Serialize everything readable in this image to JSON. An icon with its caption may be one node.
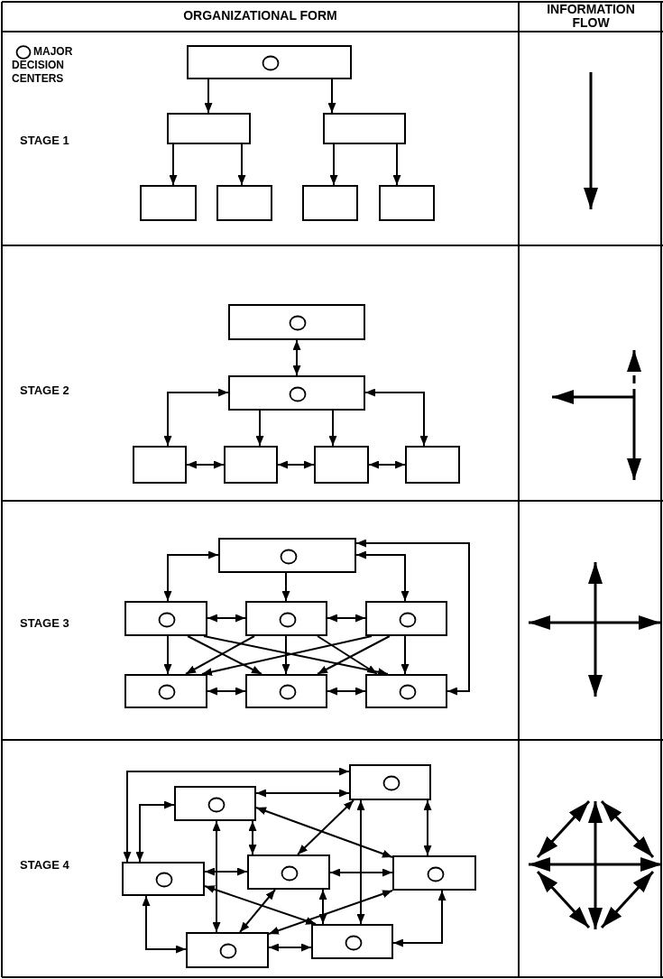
{
  "diagram": {
    "nodes": [
      {
        "text": [],
        "shape": "box"
      },
      {
        "text": [],
        "shape": "box"
      },
      {
        "text": [],
        "shape": "box"
      },
      {
        "text": [],
        "shape": "box"
      },
      {
        "text": [],
        "shape": "box"
      },
      {
        "text": [],
        "shape": "box"
      },
      {
        "text": [],
        "shape": "box"
      },
      {
        "text": [],
        "shape": "box"
      },
      {
        "text": [],
        "shape": "box"
      },
      {
        "text": [],
        "shape": "box"
      },
      {
        "text": [],
        "shape": "box"
      },
      {
        "text": [],
        "shape": "box"
      },
      {
        "text": [],
        "shape": "box"
      },
      {
        "text": [],
        "shape": "box"
      },
      {
        "text": [],
        "shape": "box"
      },
      {
        "text": [],
        "shape": "box"
      },
      {
        "text": [],
        "shape": "box"
      },
      {
        "text": [],
        "shape": "box"
      },
      {
        "text": [],
        "shape": "box"
      },
      {
        "text": [],
        "shape": "box"
      },
      {
        "text": [],
        "shape": "box"
      },
      {
        "text": [],
        "shape": "box"
      },
      {
        "text": [],
        "shape": "box"
      },
      {
        "text": [],
        "shape": "box"
      },
      {
        "text": [],
        "shape": "box"
      },
      {
        "text": [],
        "shape": "box"
      },
      {
        "text": [],
        "shape": "box"
      }
    ],
    "edges": [
      {
        "from": 0,
        "to": 1,
        "arrow": "to"
      },
      {
        "from": 0,
        "to": 2,
        "arrow": "to"
      },
      {
        "from": 1,
        "to": 3,
        "arrow": "to"
      },
      {
        "from": 1,
        "to": 4,
        "arrow": "to"
      },
      {
        "from": 2,
        "to": 5,
        "arrow": "to"
      },
      {
        "from": 2,
        "to": 6,
        "arrow": "to"
      },
      {
        "from": 7,
        "to": 8,
        "arrow": "both"
      },
      {
        "from": 8,
        "to": 9,
        "arrow": "both"
      },
      {
        "from": 8,
        "to": 10,
        "arrow": "to"
      },
      {
        "from": 8,
        "to": 11,
        "arrow": "to"
      },
      {
        "from": 8,
        "to": 12,
        "arrow": "both"
      },
      {
        "from": 9,
        "to": 10,
        "arrow": "both"
      },
      {
        "from": 10,
        "to": 11,
        "arrow": "both"
      },
      {
        "from": 11,
        "to": 12,
        "arrow": "both"
      },
      {
        "from": 13,
        "to": 14,
        "arrow": "both"
      },
      {
        "from": 13,
        "to": 15,
        "arrow": "to"
      },
      {
        "from": 13,
        "to": 16,
        "arrow": "both"
      },
      {
        "from": 13,
        "to": 19,
        "arrow": "both"
      },
      {
        "from": 14,
        "to": 15,
        "arrow": "both"
      },
      {
        "from": 15,
        "to": 16,
        "arrow": "both"
      },
      {
        "from": 17,
        "to": 18,
        "arrow": "both"
      },
      {
        "from": 18,
        "to": 19,
        "arrow": "both"
      },
      {
        "from": 14,
        "to": 17,
        "arrow": "to"
      },
      {
        "from": 15,
        "to": 18,
        "arrow": "to"
      },
      {
        "from": 16,
        "to": 19,
        "arrow": "to"
      },
      {
        "from": 14,
        "to": 18,
        "arrow": "to"
      },
      {
        "from": 14,
        "to": 19,
        "arrow": "to"
      },
      {
        "from": 15,
        "to": 17,
        "arrow": "to"
      },
      {
        "from": 15,
        "to": 19,
        "arrow": "to"
      },
      {
        "from": 16,
        "to": 17,
        "arrow": "to"
      },
      {
        "from": 16,
        "to": 18,
        "arrow": "to"
      },
      {
        "from": 22,
        "to": 20,
        "arrow": "both"
      },
      {
        "from": 21,
        "to": 22,
        "arrow": "both"
      },
      {
        "from": 21,
        "to": 20,
        "arrow": "both"
      },
      {
        "from": 21,
        "to": 24,
        "arrow": "both"
      },
      {
        "from": 21,
        "to": 23,
        "arrow": "both"
      },
      {
        "from": 21,
        "to": 25,
        "arrow": "both"
      },
      {
        "from": 20,
        "to": 23,
        "arrow": "both"
      },
      {
        "from": 20,
        "to": 26,
        "arrow": "both"
      },
      {
        "from": 20,
        "to": 24,
        "arrow": "both"
      },
      {
        "from": 22,
        "to": 23,
        "arrow": "both"
      },
      {
        "from": 22,
        "to": 26,
        "arrow": "both"
      },
      {
        "from": 23,
        "to": 24,
        "arrow": "both"
      },
      {
        "from": 23,
        "to": 25,
        "arrow": "both"
      },
      {
        "from": 23,
        "to": 26,
        "arrow": "both"
      },
      {
        "from": 24,
        "to": 25,
        "arrow": "both"
      },
      {
        "from": 24,
        "to": 26,
        "arrow": "both"
      },
      {
        "from": 22,
        "to": 25,
        "arrow": "both"
      },
      {
        "from": 25,
        "to": 26,
        "arrow": "both"
      }
    ],
    "labels": [
      "ORGANIZATIONAL FORM",
      "INFORMATION FLOW",
      "STAGE 1",
      "STAGE 2",
      "STAGE 3",
      "STAGE 4"
    ],
    "legend": [
      {
        "text": "MAJOR DECISION CENTERS"
      }
    ]
  }
}
